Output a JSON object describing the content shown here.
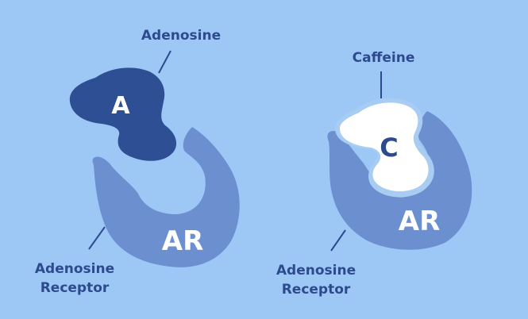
{
  "colors": {
    "background": "#9dc8f6",
    "receptor": "#6b8fcf",
    "adenosine": "#2f4f95",
    "caffeine": "#ffffff",
    "label": "#2e4a8f"
  },
  "left": {
    "molecule_label": "Adenosine",
    "molecule_letter": "A",
    "receptor_letters": "AR",
    "receptor_label_line1": "Adenosine",
    "receptor_label_line2": "Receptor"
  },
  "right": {
    "molecule_label": "Caffeine",
    "molecule_letter": "C",
    "receptor_letters": "AR",
    "receptor_label_line1": "Adenosine",
    "receptor_label_line2": "Receptor"
  }
}
